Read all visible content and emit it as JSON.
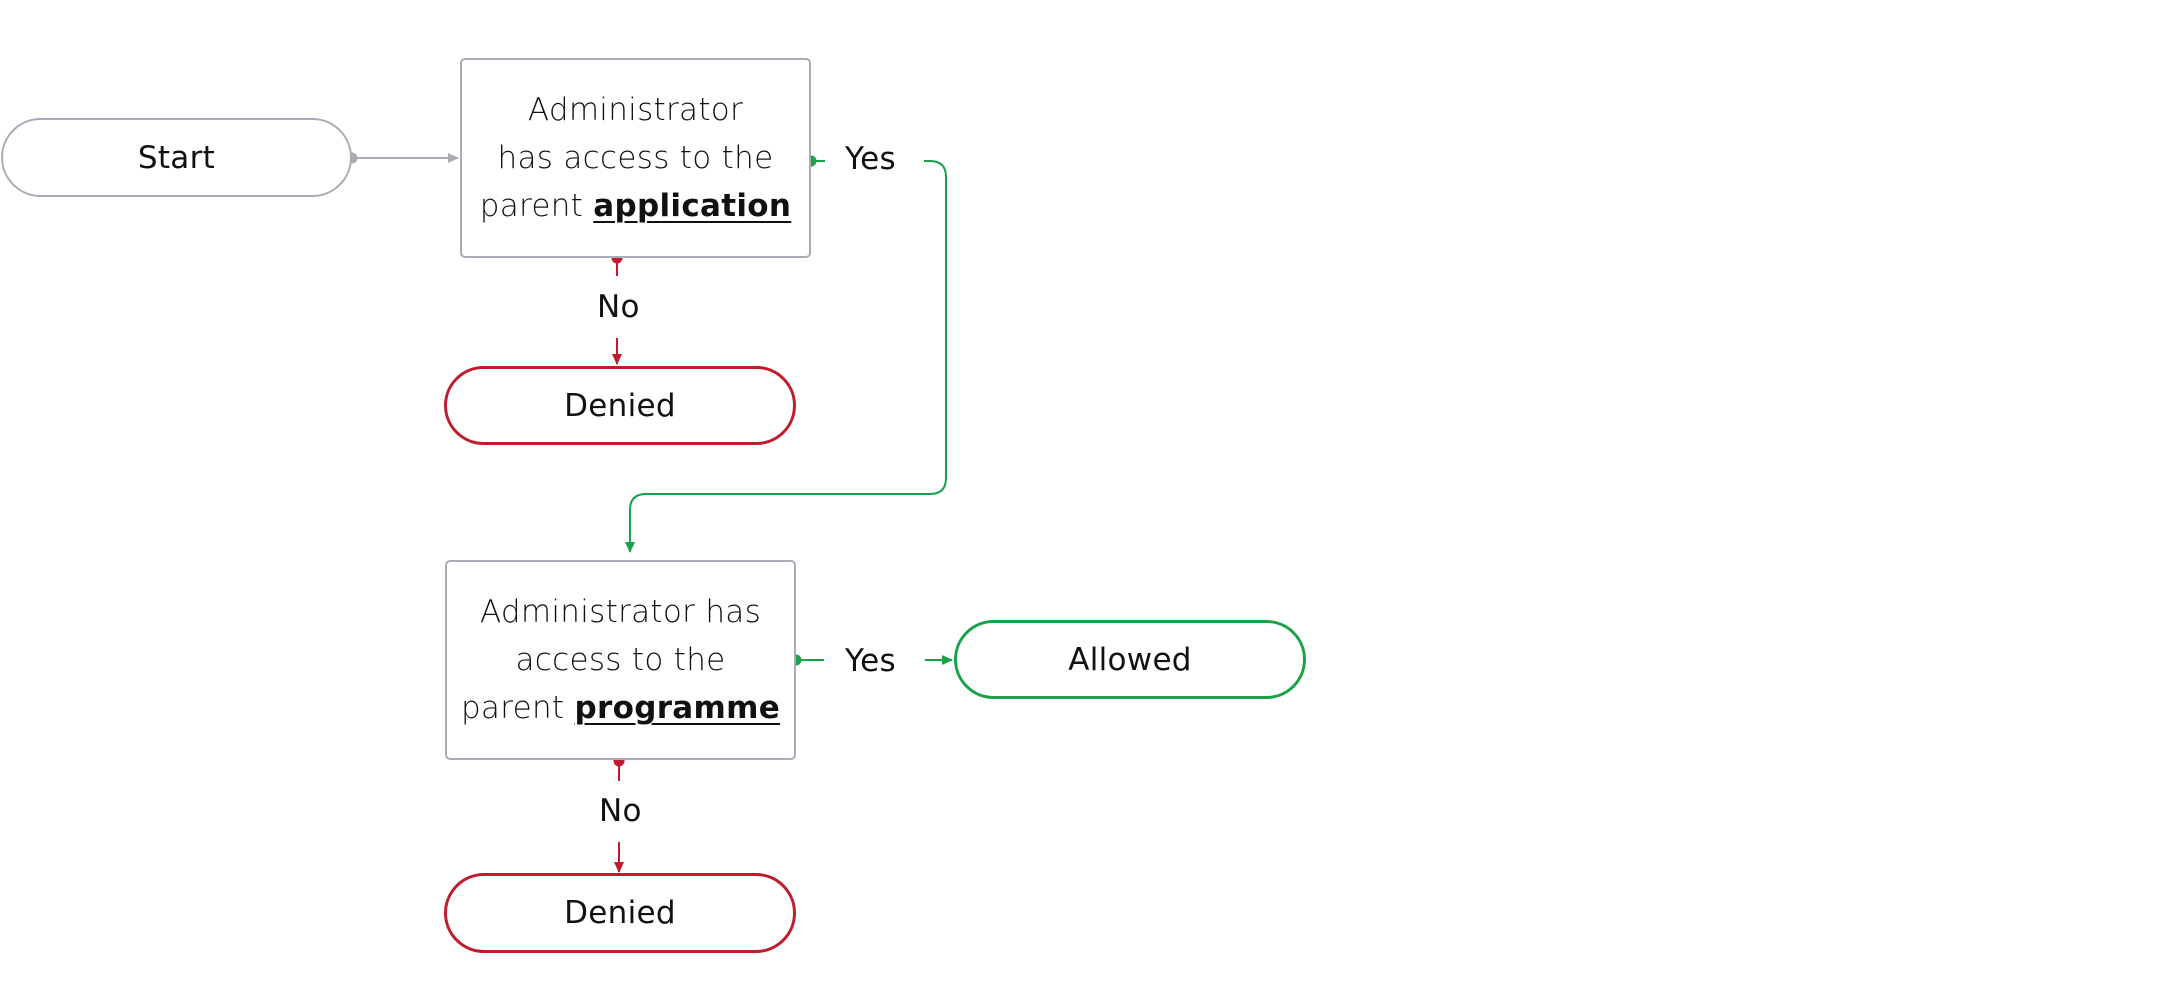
{
  "start": {
    "label": "Start"
  },
  "decision1": {
    "line1": "Administrator",
    "line2": "has access to the",
    "line3_prefix": "parent ",
    "line3_strong": "application"
  },
  "decision1_yes": "Yes",
  "decision1_no": "No",
  "denied1": {
    "label": "Denied"
  },
  "decision2": {
    "line1": "Administrator has",
    "line2": "access to the",
    "line3_prefix": "parent ",
    "line3_strong": "programme"
  },
  "decision2_yes": "Yes",
  "decision2_no": "No",
  "allowed": {
    "label": "Allowed"
  },
  "denied2": {
    "label": "Denied"
  },
  "colors": {
    "neutral": "#a9abb5",
    "yes": "#1aa24a",
    "no": "#c01c2e",
    "text": "#111111"
  }
}
